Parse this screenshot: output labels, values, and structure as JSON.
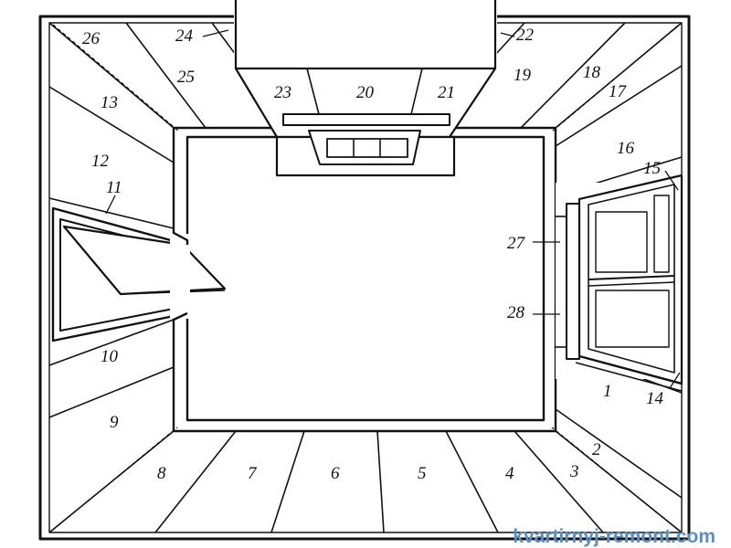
{
  "diagram": {
    "labels": {
      "l1": "1",
      "l2": "2",
      "l3": "3",
      "l4": "4",
      "l5": "5",
      "l6": "6",
      "l7": "7",
      "l8": "8",
      "l9": "9",
      "l10": "10",
      "l11": "11",
      "l12": "12",
      "l13": "13",
      "l14": "14",
      "l15": "15",
      "l16": "16",
      "l17": "17",
      "l18": "18",
      "l19": "19",
      "l20": "20",
      "l21": "21",
      "l22": "22",
      "l23": "23",
      "l24": "24",
      "l25": "25",
      "l26": "26",
      "l27": "27",
      "l28": "28"
    },
    "watermark": "kvartirnyj-remont.com"
  }
}
